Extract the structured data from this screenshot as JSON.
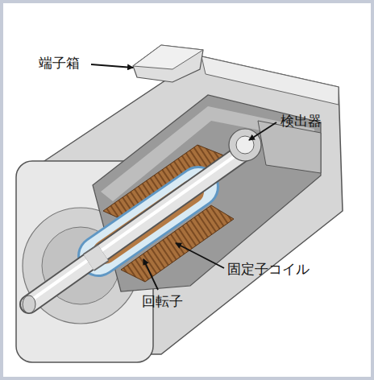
{
  "diagram": {
    "labels": [
      "端子箱",
      "検出器",
      "固定子コイル",
      "回転子"
    ]
  }
}
